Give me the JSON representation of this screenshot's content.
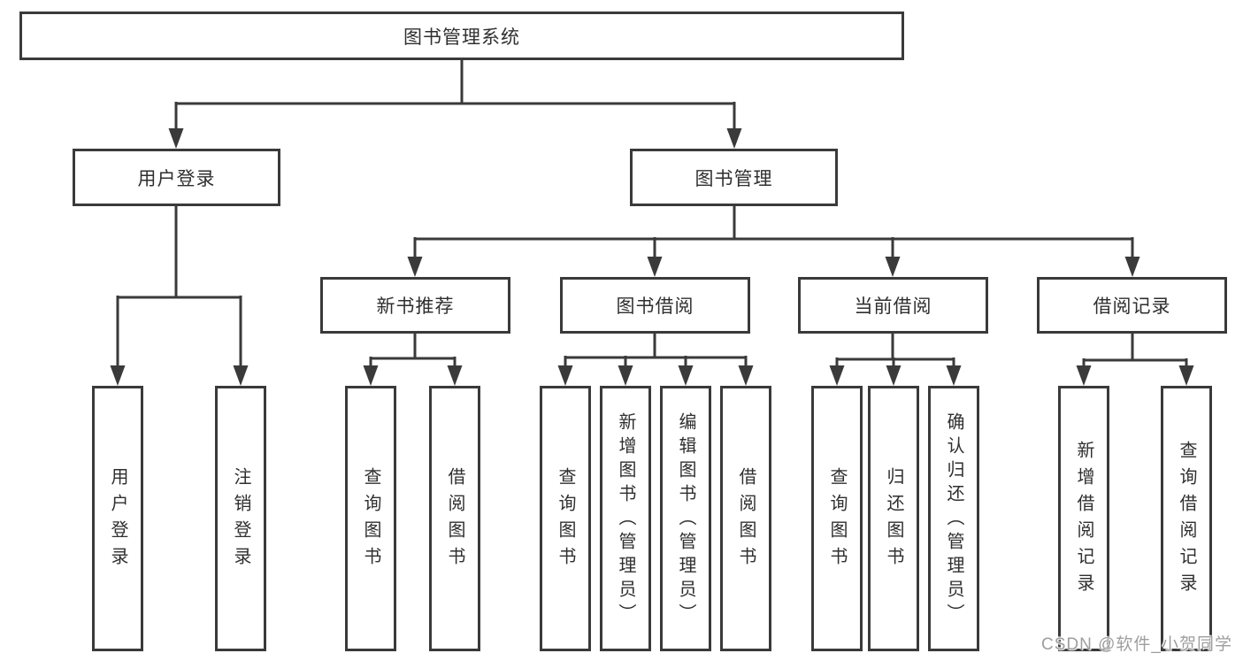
{
  "diagram": {
    "root": "图书管理系统",
    "branches": [
      "用户登录",
      "图书管理"
    ],
    "modules": [
      "新书推荐",
      "图书借阅",
      "当前借阅",
      "借阅记录"
    ],
    "user_login_children": [
      "用户登录",
      "注销登录"
    ],
    "new_book_children": [
      "查询图书",
      "借阅图书"
    ],
    "book_borrow_children": [
      "查询图书",
      "新增图书（管理员）",
      "编辑图书（管理员）",
      "借阅图书"
    ],
    "current_borrow_children": [
      "查询图书",
      "归还图书",
      "确认归还（管理员）"
    ],
    "borrow_record_children": [
      "新增借阅记录",
      "查询借阅记录"
    ]
  },
  "watermark": "CSDN @软件_小贺同学",
  "colors": {
    "line": "#3a3a3a",
    "text": "#2f2f2f",
    "watermark_gray": "#9e9e9e",
    "background": "#ffffff"
  }
}
